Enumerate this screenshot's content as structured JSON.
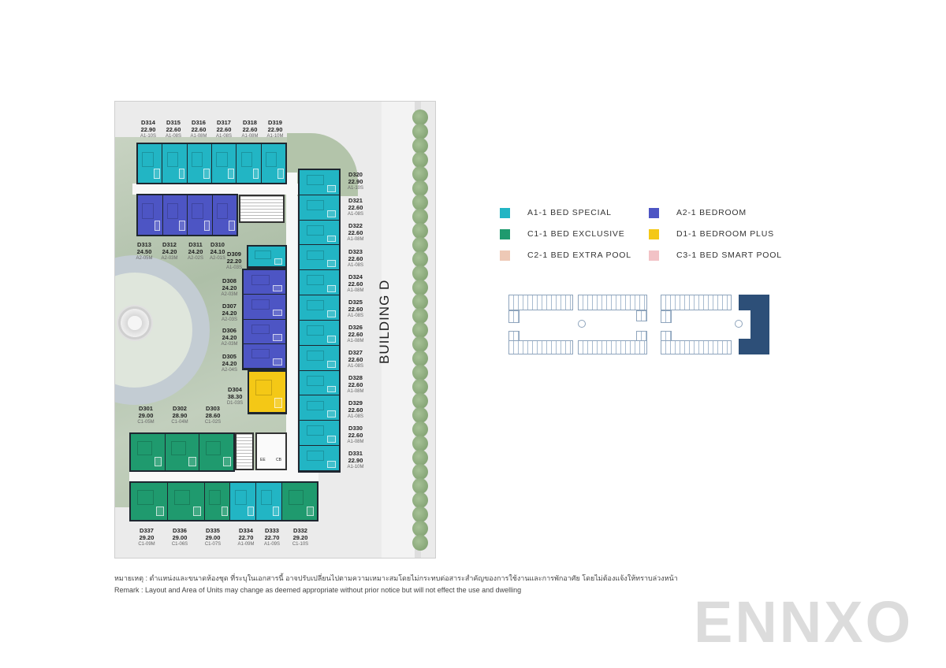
{
  "plan": {
    "building_label": "BUILDING D",
    "colors": {
      "A1": "#22b5c4",
      "A2": "#4d55c4",
      "C1": "#1f9a6e",
      "D1": "#f4c816"
    },
    "top_row": [
      {
        "code": "D314",
        "area": "22.90",
        "type": "A1-10S"
      },
      {
        "code": "D315",
        "area": "22.60",
        "type": "A1-08S"
      },
      {
        "code": "D316",
        "area": "22.60",
        "type": "A1-08M"
      },
      {
        "code": "D317",
        "area": "22.60",
        "type": "A1-08S"
      },
      {
        "code": "D318",
        "area": "22.60",
        "type": "A1-08M"
      },
      {
        "code": "D319",
        "area": "22.90",
        "type": "A1-10M"
      }
    ],
    "a2_row": [
      {
        "code": "D313",
        "area": "24.50",
        "type": "A2-05M"
      },
      {
        "code": "D312",
        "area": "24.20",
        "type": "A2-03M"
      },
      {
        "code": "D311",
        "area": "24.20",
        "type": "A2-02S"
      },
      {
        "code": "D310",
        "area": "24.10",
        "type": "A2-01S"
      }
    ],
    "middle_column": [
      {
        "code": "D309",
        "area": "22.20",
        "type": "A1-03S"
      },
      {
        "code": "D308",
        "area": "24.20",
        "type": "A2-03M"
      },
      {
        "code": "D307",
        "area": "24.20",
        "type": "A2-03S"
      },
      {
        "code": "D306",
        "area": "24.20",
        "type": "A2-03M"
      },
      {
        "code": "D305",
        "area": "24.20",
        "type": "A2-04S"
      },
      {
        "code": "D304",
        "area": "38.30",
        "type": "D1-03S"
      }
    ],
    "right_column": [
      {
        "code": "D320",
        "area": "22.90",
        "type": "A1-10S"
      },
      {
        "code": "D321",
        "area": "22.60",
        "type": "A1-08S"
      },
      {
        "code": "D322",
        "area": "22.60",
        "type": "A1-08M"
      },
      {
        "code": "D323",
        "area": "22.60",
        "type": "A1-08S"
      },
      {
        "code": "D324",
        "area": "22.60",
        "type": "A1-08M"
      },
      {
        "code": "D325",
        "area": "22.60",
        "type": "A1-08S"
      },
      {
        "code": "D326",
        "area": "22.60",
        "type": "A1-08M"
      },
      {
        "code": "D327",
        "area": "22.60",
        "type": "A1-08S"
      },
      {
        "code": "D328",
        "area": "22.60",
        "type": "A1-08M"
      },
      {
        "code": "D329",
        "area": "22.60",
        "type": "A1-08S"
      },
      {
        "code": "D330",
        "area": "22.60",
        "type": "A1-08M"
      },
      {
        "code": "D331",
        "area": "22.90",
        "type": "A1-10M"
      }
    ],
    "c1_row": [
      {
        "code": "D301",
        "area": "29.00",
        "type": "C1-05M"
      },
      {
        "code": "D302",
        "area": "28.90",
        "type": "C1-04M"
      },
      {
        "code": "D303",
        "area": "28.60",
        "type": "C1-02S"
      }
    ],
    "bottom_row": [
      {
        "code": "D337",
        "area": "29.20",
        "type": "C1-09M"
      },
      {
        "code": "D336",
        "area": "29.00",
        "type": "C1-06S"
      },
      {
        "code": "D335",
        "area": "29.00",
        "type": "C1-07S"
      },
      {
        "code": "D334",
        "area": "22.70",
        "type": "A1-09M"
      },
      {
        "code": "D333",
        "area": "22.70",
        "type": "A1-09S"
      },
      {
        "code": "D332",
        "area": "29.20",
        "type": "C1-10S"
      }
    ],
    "core_labels": {
      "ee": "EE",
      "cb": "CB"
    }
  },
  "legend": {
    "items": [
      {
        "label": "A1-1 BED SPECIAL",
        "color": "#22b5c4"
      },
      {
        "label": "A2-1 BEDROOM",
        "color": "#4d55c4"
      },
      {
        "label": "C1-1 BED EXCLUSIVE",
        "color": "#1f9a6e"
      },
      {
        "label": "D1-1 BEDROOM PLUS",
        "color": "#f4c816"
      },
      {
        "label": "C2-1 BED EXTRA POOL",
        "color": "#eec9b6"
      },
      {
        "label": "C3-1 BED SMART POOL",
        "color": "#f2c2c6"
      }
    ]
  },
  "keyplan": {
    "highlight_color": "#2d4f78",
    "outline_color": "#8ea4bc"
  },
  "remark": {
    "thai": "หมายเหตุ : ตำแหน่งและขนาดห้องชุด ที่ระบุในเอกสารนี้ อาจปรับเปลี่ยนไปตามความเหมาะสมโดยไม่กระทบต่อสาระสำคัญของการใช้งานและการพักอาศัย โดยไม่ต้องแจ้งให้ทราบล่วงหน้า",
    "english": "Remark : Layout and Area of Units may change as deemed appropriate without prior notice but will not effect the use and dwelling"
  },
  "watermark": "ENNXO"
}
